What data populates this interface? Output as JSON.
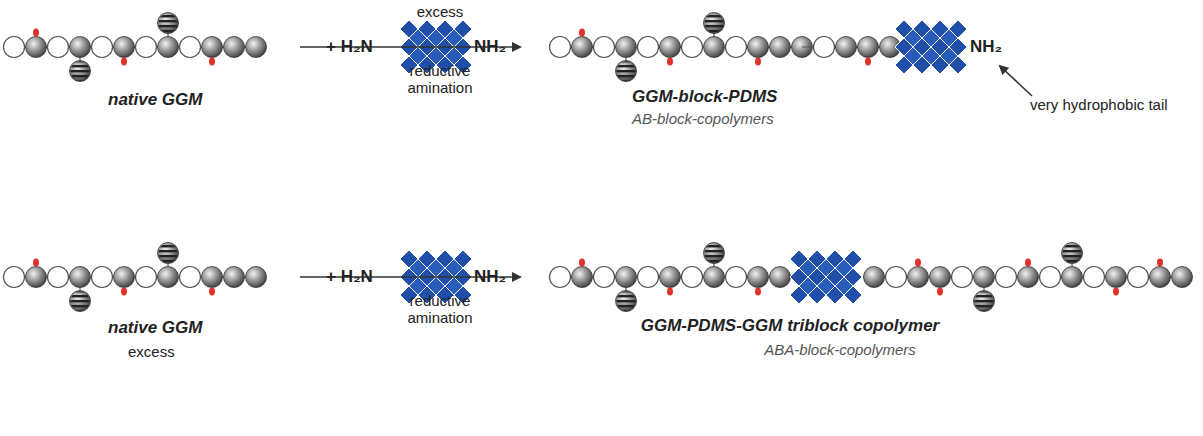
{
  "diagram": {
    "labels": [
      "excess",
      "+ H₂N",
      "NH₂",
      "reductive amination",
      "native GGM",
      "GGM-block-PDMS",
      "AB-block-copolymers",
      "NH₂",
      "very hydrophobic tail",
      "+ H₂N",
      "NH₂",
      "reductive amination",
      "native GGM",
      "excess",
      "GGM-PDMS-GGM triblock copolymer",
      "ABA-block-copolymers"
    ]
  }
}
